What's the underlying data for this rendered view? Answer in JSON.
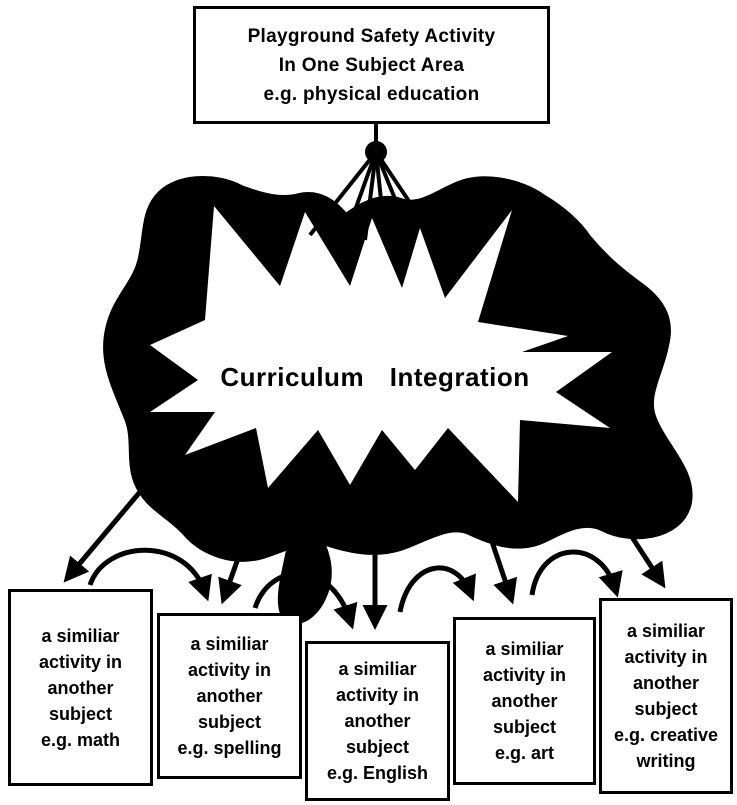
{
  "top_box": {
    "line1": "Playground Safety Activity",
    "line2": "In One Subject Area",
    "line3": "e.g. physical education"
  },
  "center_label": "Curriculum Integration",
  "subject_boxes": [
    {
      "l1": "a similiar",
      "l2": "activity in",
      "l3": "another",
      "l4": "subject",
      "l5": "e.g. math",
      "l6": ""
    },
    {
      "l1": "a similiar",
      "l2": "activity in",
      "l3": "another",
      "l4": "subject",
      "l5": "e.g. spelling",
      "l6": ""
    },
    {
      "l1": "a similiar",
      "l2": "activity in",
      "l3": "another",
      "l4": "subject",
      "l5": "e.g. English",
      "l6": ""
    },
    {
      "l1": "a similiar",
      "l2": "activity in",
      "l3": "another",
      "l4": "subject",
      "l5": "e.g. art",
      "l6": ""
    },
    {
      "l1": "a similiar",
      "l2": "activity in",
      "l3": "another",
      "l4": "subject",
      "l5": "e.g. creative",
      "l6": "writing"
    }
  ],
  "colors": {
    "ink": "#000000",
    "background": "#ffffff"
  }
}
